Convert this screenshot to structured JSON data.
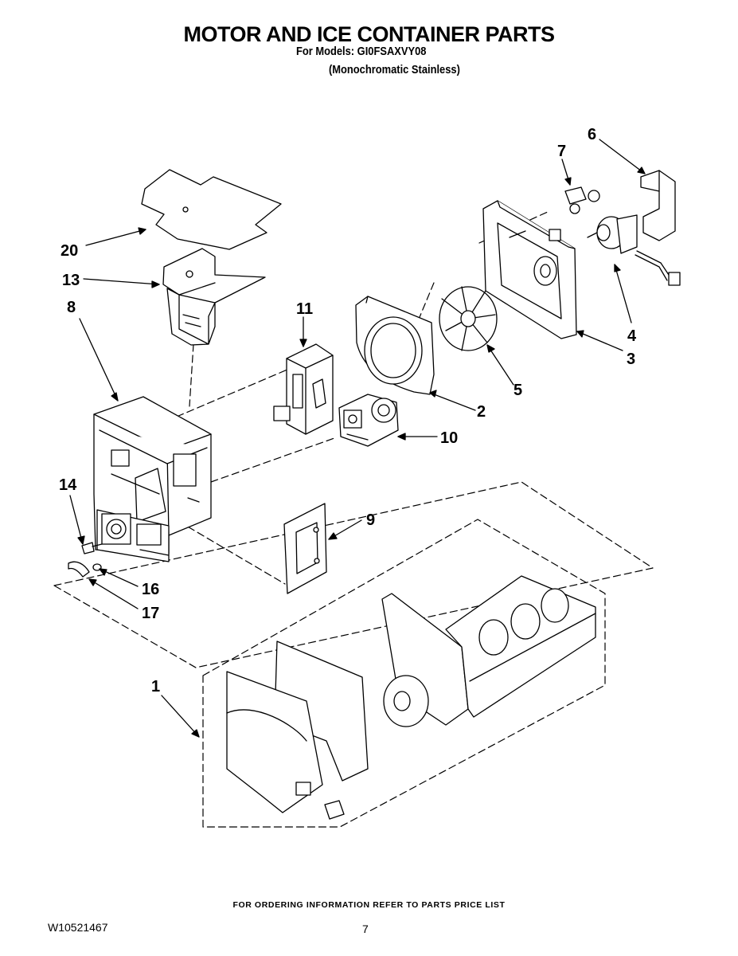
{
  "header": {
    "title": "MOTOR AND ICE CONTAINER PARTS",
    "models_line": "For Models: GI0FSAXVY08",
    "finish_line": "(Monochromatic Stainless)"
  },
  "callouts": [
    "1",
    "2",
    "3",
    "4",
    "5",
    "6",
    "7",
    "8",
    "9",
    "10",
    "11",
    "13",
    "14",
    "16",
    "17",
    "20"
  ],
  "footer": {
    "ordering_note": "FOR ORDERING INFORMATION REFER TO PARTS PRICE LIST",
    "doc_number": "W10521467",
    "page_number": "7"
  }
}
